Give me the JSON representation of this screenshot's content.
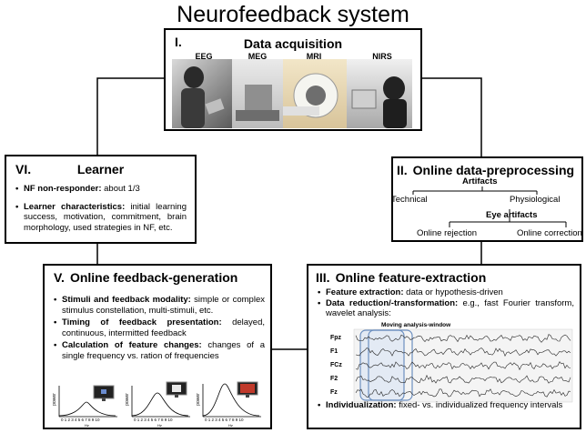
{
  "title": "Neurofeedback system",
  "acquisition": {
    "num": "I.",
    "heading": "Data acquisition",
    "modalities": [
      "EEG",
      "MEG",
      "MRI",
      "NIRS"
    ]
  },
  "preprocessing": {
    "num": "II.",
    "heading": "Online data-preprocessing",
    "artifacts": "Artifacts",
    "technical": "Technical",
    "physiological": "Physiological",
    "eye_artifacts": "Eye artifacts",
    "online_rejection": "Online rejection",
    "online_correction": "Online correction"
  },
  "extraction": {
    "num": "III.",
    "heading": "Online feature-extraction",
    "bullet1_bold": "Feature extraction:",
    "bullet1_text": " data or hypothesis-driven",
    "bullet2_bold": "Data reduction/-transformation:",
    "bullet2_text": " e.g., fast Fourier transform, wavelet analysis:",
    "window_label": "Moving analysis-window",
    "channels": [
      "Fpz",
      "F1",
      "FCz",
      "F2",
      "Fz"
    ],
    "bullet3_bold": "Individualization:",
    "bullet3_text": " fixed- vs. individualized frequency intervals"
  },
  "feedback": {
    "num": "V.",
    "heading": "Online feedback-generation",
    "bullet1_bold": "Stimuli and feedback modality:",
    "bullet1_text": " simple or complex stimulus constellation, multi-stimuli, etc.",
    "bullet2_bold": "Timing of feedback presentation:",
    "bullet2_text": " delayed, continuous, intermitted feedback",
    "bullet3_bold": "Calculation of feature changes:",
    "bullet3_text": " changes of a single frequency vs. ration of frequencies",
    "plot_ylabel": "power",
    "plot_xlabel": "Hz",
    "plot_ticks": "0 1 2 3 4 5 6 7 8 9 10"
  },
  "learner": {
    "num": "VI.",
    "heading": "Learner",
    "bullet1_bold": "NF non-responder:",
    "bullet1_text": " about 1/3",
    "bullet2_bold": "Learner characteristics:",
    "bullet2_text": " initial learning success, motivation, commitment, brain morphology, used strategies in NF, etc."
  }
}
